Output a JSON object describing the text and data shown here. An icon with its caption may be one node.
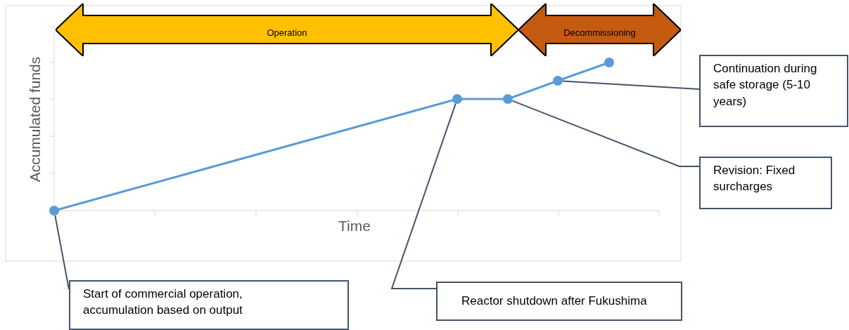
{
  "diagram": {
    "nodes": [
      {
        "text": [
          "Operation"
        ]
      },
      {
        "text": [
          "Decommissioning"
        ]
      },
      {
        "text": [],
        "shape": "circle"
      },
      {
        "text": [],
        "shape": "circle"
      },
      {
        "text": [],
        "shape": "circle"
      },
      {
        "text": [],
        "shape": "circle"
      },
      {
        "text": [
          "Continuation during safe storage (5-10 years)"
        ]
      },
      {
        "text": [
          "Revision: Fixed surcharges"
        ]
      },
      {
        "text": [
          "Start of commercial operation, accumulation based on output"
        ]
      },
      {
        "text": [
          "Reactor shutdown after Fukushima"
        ]
      }
    ],
    "edges": [
      {
        "from": 6,
        "to": 5,
        "arrow": "none"
      },
      {
        "from": 7,
        "to": 4,
        "arrow": "none"
      },
      {
        "from": 8,
        "to": 2,
        "arrow": "none"
      },
      {
        "from": 9,
        "to": 3,
        "arrow": "none"
      }
    ],
    "labels": [
      "Accumulated funds",
      "Time"
    ]
  }
}
